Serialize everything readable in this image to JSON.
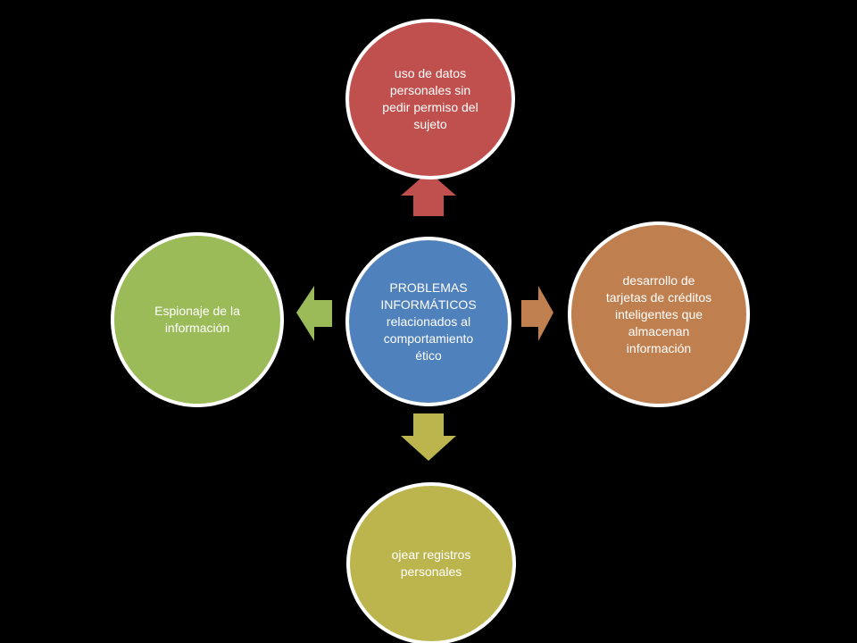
{
  "diagram": {
    "center": {
      "lines": [
        "PROBLEMAS",
        "INFORMÁTICOS",
        "relacionados al",
        "comportamiento",
        "ético"
      ],
      "color": "#4f81bd"
    },
    "top": {
      "lines": [
        "uso de datos",
        "personales sin",
        "pedir permiso del",
        "sujeto"
      ],
      "color": "#c0504d"
    },
    "right": {
      "lines": [
        "desarrollo de",
        "tarjetas de créditos",
        "inteligentes que",
        "almacenan",
        "información"
      ],
      "color": "#c07f4f"
    },
    "bottom": {
      "lines": [
        "ojear registros",
        "personales"
      ],
      "color": "#bcb54e"
    },
    "left": {
      "lines": [
        "Espionaje de la",
        "información"
      ],
      "color": "#9bbb59"
    },
    "background": "#000000",
    "border": "#ffffff"
  }
}
